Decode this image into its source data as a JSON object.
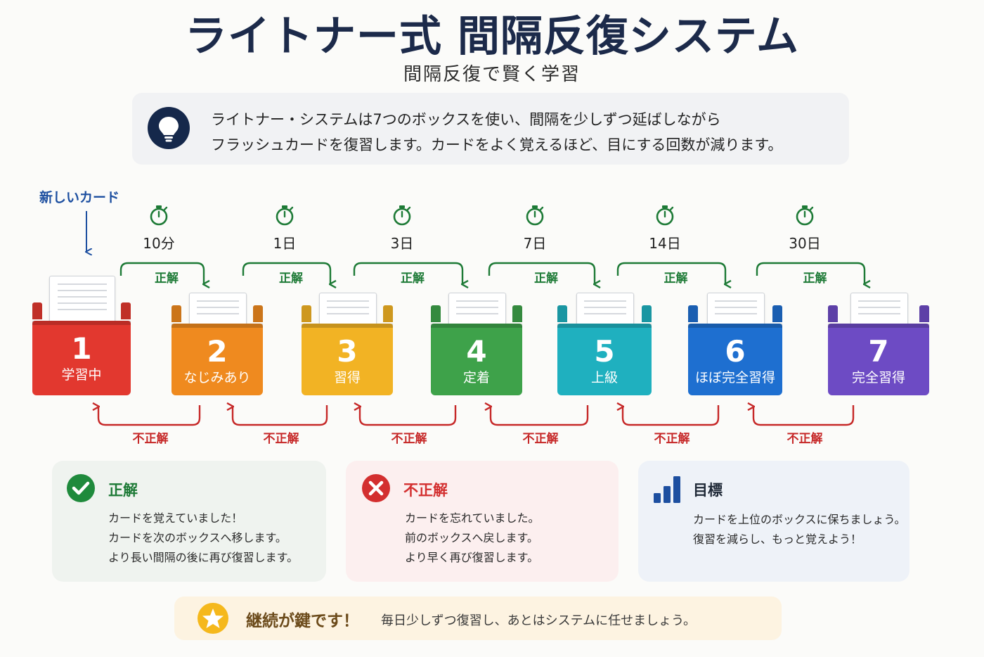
{
  "header": {
    "title": "ライトナー式 間隔反復システム",
    "subtitle": "間隔反復で賢く学習"
  },
  "intro": {
    "icon": "lightbulb-icon",
    "line1": "ライトナー・システムは7つのボックスを使い、間隔を少しずつ延ばしながら",
    "line2": "フラッシュカードを復習します。カードをよく覚えるほど、目にする回数が減ります。"
  },
  "flow": {
    "new_card_label": "新しいカード",
    "correct_label": "正解",
    "wrong_label": "不正解",
    "timer_icon": "stopwatch-icon",
    "intervals": [
      "10分",
      "1日",
      "3日",
      "7日",
      "14日",
      "30日"
    ]
  },
  "boxes": [
    {
      "number": "1",
      "name": "学習中",
      "color": "#e2382f"
    },
    {
      "number": "2",
      "name": "なじみあり",
      "color": "#ef8a1f"
    },
    {
      "number": "3",
      "name": "習得",
      "color": "#f2b324"
    },
    {
      "number": "4",
      "name": "定着",
      "color": "#3ea24a"
    },
    {
      "number": "5",
      "name": "上級",
      "color": "#1fb0bf"
    },
    {
      "number": "6",
      "name": "ほぼ完全習得",
      "color": "#1e6fd0"
    },
    {
      "number": "7",
      "name": "完全習得",
      "color": "#6d4bc4"
    }
  ],
  "panels": {
    "correct": {
      "icon": "check-circle-icon",
      "title": "正解",
      "lines": [
        "カードを覚えていました！",
        "カードを次のボックスへ移します。",
        "より長い間隔の後に再び復習します。"
      ],
      "color": "#1d7a36"
    },
    "wrong": {
      "icon": "x-circle-icon",
      "title": "不正解",
      "lines": [
        "カードを忘れていました。",
        "前のボックスへ戻します。",
        "より早く再び復習します。"
      ],
      "color": "#d32f2f"
    },
    "goal": {
      "icon": "bar-chart-icon",
      "title": "目標",
      "lines": [
        "カードを上位のボックスに保ちましょう。",
        "復習を減らし、もっと覚えよう！"
      ],
      "color": "#1d4fa0"
    }
  },
  "footer": {
    "icon": "star-icon",
    "title": "継続が鍵です！",
    "text": "毎日少しずつ復習し、あとはシステムに任せましょう。"
  }
}
